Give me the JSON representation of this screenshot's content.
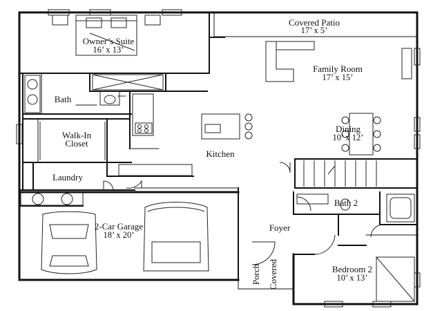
{
  "rooms": {
    "owners_suite": {
      "name": "Owner’s Suite",
      "dims": "16’ x 13’"
    },
    "covered_patio": {
      "name": "Covered Patio",
      "dims": "17’ x 5’"
    },
    "family_room": {
      "name": "Family Room",
      "dims": "17’ x 15’"
    },
    "bath": {
      "name": "Bath"
    },
    "walk_in_closet": {
      "name_line1": "Walk-In",
      "name_line2": "Closet"
    },
    "kitchen": {
      "name": "Kitchen"
    },
    "dining": {
      "name": "Dining",
      "dims": "10’ x 12’"
    },
    "laundry": {
      "name": "Laundry"
    },
    "bath_2": {
      "name": "Bath 2"
    },
    "garage": {
      "name": "2-Car Garage",
      "dims": "18’ x 20’"
    },
    "foyer": {
      "name": "Foyer"
    },
    "covered_porch": {
      "name_line1": "Porch",
      "name_line2": "Covered"
    },
    "bedroom_2": {
      "name": "Bedroom 2",
      "dims": "10’ x 13’"
    }
  }
}
